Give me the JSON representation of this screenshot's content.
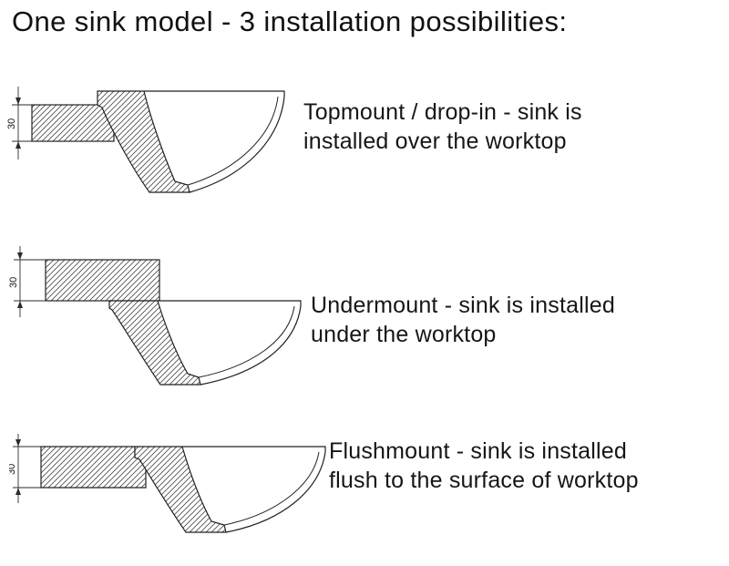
{
  "page": {
    "title": "One sink model - 3 installation possibilities:"
  },
  "diagrams": [
    {
      "id": "topmount",
      "dimension_label": "30",
      "caption": "Topmount / drop-in - sink is\ninstalled over the worktop"
    },
    {
      "id": "undermount",
      "dimension_label": "30",
      "caption": "Undermount - sink is installed\nunder the worktop"
    },
    {
      "id": "flushmount",
      "dimension_label": "30",
      "caption": "Flushmount - sink is installed\nflush to the surface of worktop"
    }
  ],
  "colors": {
    "line": "#2b2b2b",
    "hatch": "#4a4a4a",
    "text": "#161616",
    "background": "#ffffff"
  }
}
